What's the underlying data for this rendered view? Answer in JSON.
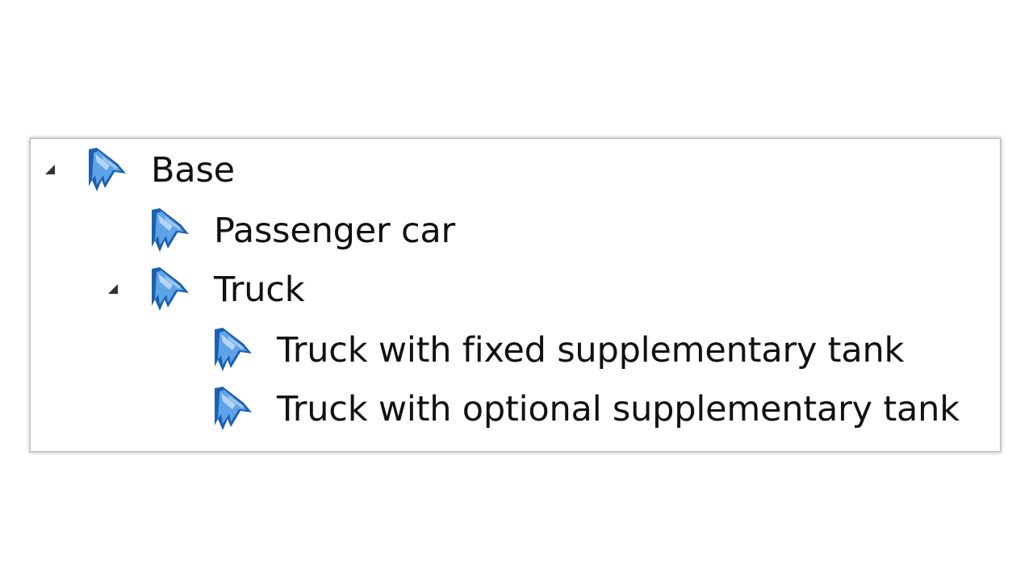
{
  "tree": {
    "icon": "blue-ribbon-bookmark-icon",
    "expander_icon": "expanded-triangle-icon",
    "colors": {
      "icon_dark": "#1c5fb0",
      "icon_light": "#5da3e8",
      "expander": "#333333",
      "text": "#111111",
      "border": "#b9b9b9"
    },
    "nodes": [
      {
        "label": "Base",
        "level": 0,
        "expanded": true
      },
      {
        "label": "Passenger car",
        "level": 1,
        "expanded": null
      },
      {
        "label": "Truck",
        "level": 1,
        "expanded": true
      },
      {
        "label": "Truck with fixed supplementary tank",
        "level": 2,
        "expanded": null
      },
      {
        "label": "Truck with optional supplementary tank",
        "level": 2,
        "expanded": null
      }
    ]
  }
}
